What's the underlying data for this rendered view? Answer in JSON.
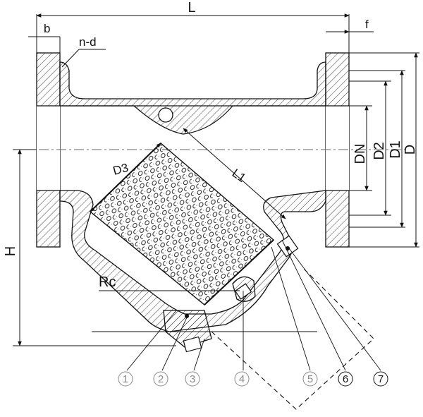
{
  "dimensions": {
    "L": "L",
    "b": "b",
    "f": "f",
    "n_d": "n-d",
    "D3": "D3",
    "L1": "L1",
    "DN": "DN",
    "D2": "D2",
    "D1": "D1",
    "D": "D",
    "H": "H",
    "Rc": "Rc"
  },
  "callouts": [
    "1",
    "2",
    "3",
    "4",
    "5",
    "6",
    "7"
  ],
  "colors": {
    "line": "#111111",
    "hatch": "#222222",
    "callout_light": "#8a8a8a",
    "centerline": "#666666"
  }
}
